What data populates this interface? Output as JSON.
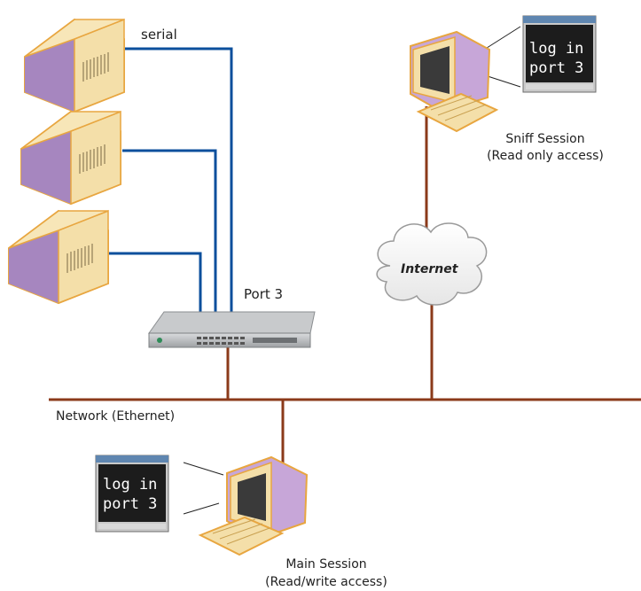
{
  "labels": {
    "serial": "serial",
    "port": "Port 3",
    "network": "Network (Ethernet)",
    "internet": "Internet",
    "sniff_title": "Sniff Session",
    "sniff_access": "(Read only access)",
    "main_title": "Main Session",
    "main_access": "(Read/write access)"
  },
  "terminal_top": {
    "line1": "log in",
    "line2": "port 3"
  },
  "terminal_bottom": {
    "line1": "log in",
    "line2": "port 3"
  },
  "colors": {
    "serial_cable": "#0b4f9c",
    "ethernet_cable": "#8b3a1a",
    "server_front": "#f4dfa9",
    "server_side": "#b59ac9",
    "server_edge": "#e8a640",
    "terminal_screen": "#1c1c1c",
    "cloud": "#ffffff"
  }
}
